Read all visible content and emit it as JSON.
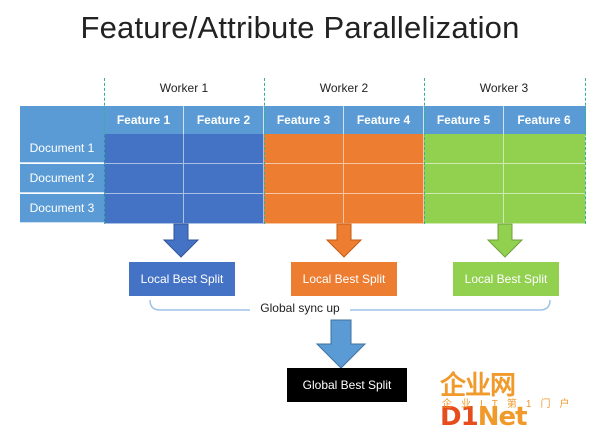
{
  "title": "Feature/Attribute Parallelization",
  "workers": [
    "Worker 1",
    "Worker 2",
    "Worker 3"
  ],
  "features": [
    "Feature 1",
    "Feature 2",
    "Feature 3",
    "Feature 4",
    "Feature 5",
    "Feature 6"
  ],
  "documents": [
    "Document 1",
    "Document 2",
    "Document 3"
  ],
  "local_split_label": "Local Best Split",
  "global_sync_label": "Global sync up",
  "global_split_label": "Global Best Split",
  "colors": {
    "header_blue": "#5b9bd5",
    "worker1": "#4472c4",
    "worker2": "#ed7d31",
    "worker3": "#92d050",
    "divider": "#35b09a",
    "global_box": "#000000"
  },
  "watermark": {
    "main": "企业网D1Net",
    "sub": "企业IT第1门户"
  }
}
